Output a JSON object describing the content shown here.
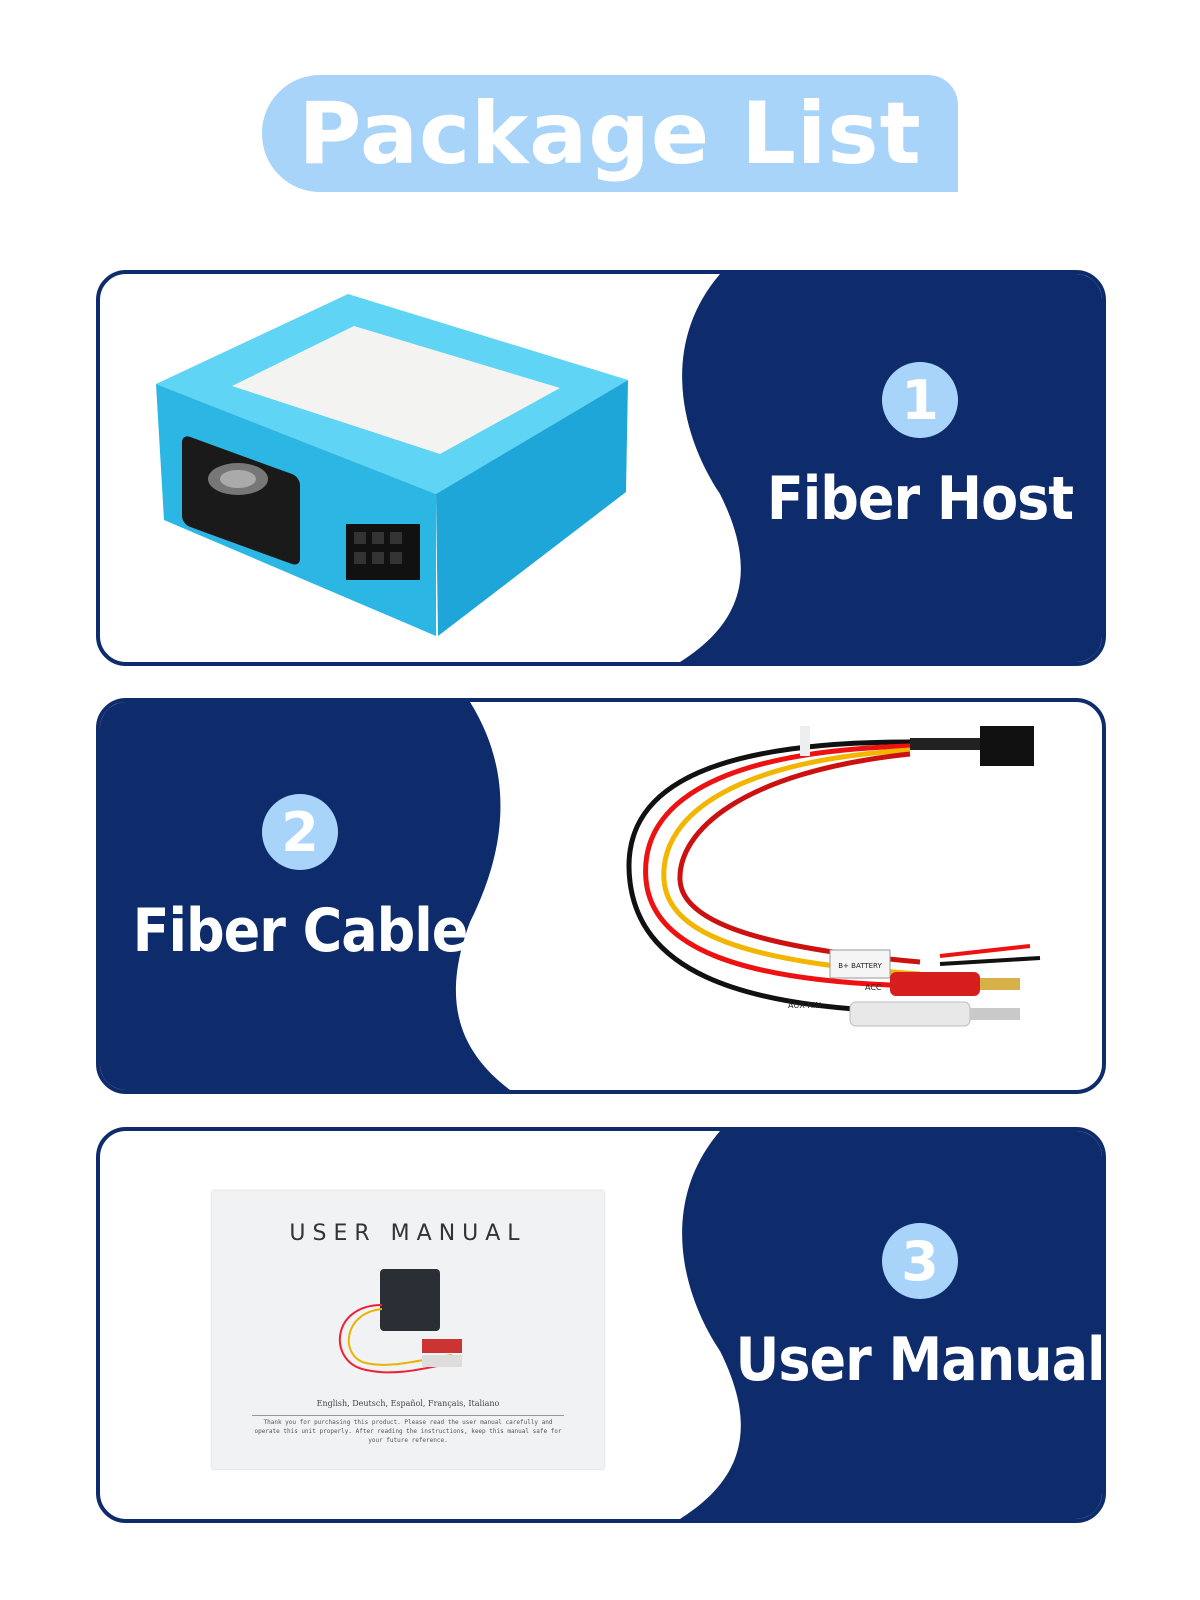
{
  "header": {
    "title": "Package List"
  },
  "items": [
    {
      "number": "1",
      "label": "Fiber Host"
    },
    {
      "number": "2",
      "label": "Fiber Cable"
    },
    {
      "number": "3",
      "label": "User Manual"
    }
  ],
  "cable_tags": {
    "battery": "B+ BATTERY",
    "acc": "ACC",
    "aux": "AUX-RIN"
  },
  "manual": {
    "title": "USER MANUAL",
    "languages": "English, Deutsch, Español, Français, Italiano",
    "note": "Thank you for purchasing this product. Please read the user manual carefully and operate this unit properly. After reading the instructions, keep this manual safe for your future reference."
  },
  "colors": {
    "navy": "#0e2c6c",
    "light_blue": "#a9d4fa",
    "device_blue": "#2ec3ee"
  }
}
